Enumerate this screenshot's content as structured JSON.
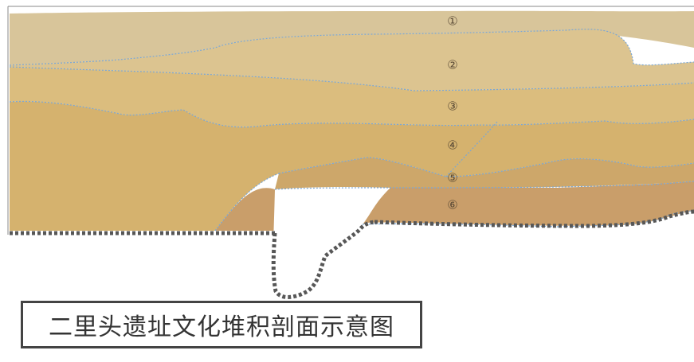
{
  "caption": "二里头遗址文化堆积剖面示意图",
  "layers": [
    {
      "label": "①",
      "color": "#d8c59a"
    },
    {
      "label": "②",
      "color": "#dcc490"
    },
    {
      "label": "③",
      "color": "#dbbd7e"
    },
    {
      "label": "④",
      "color": "#d5b26e"
    },
    {
      "label": "⑤",
      "color": "#cda76a"
    },
    {
      "label": "⑥",
      "color": "#c99e6a"
    }
  ],
  "colors": {
    "boundary": "#7aa7d6",
    "excavation_outline": "#575757",
    "background": "#ffffff"
  }
}
